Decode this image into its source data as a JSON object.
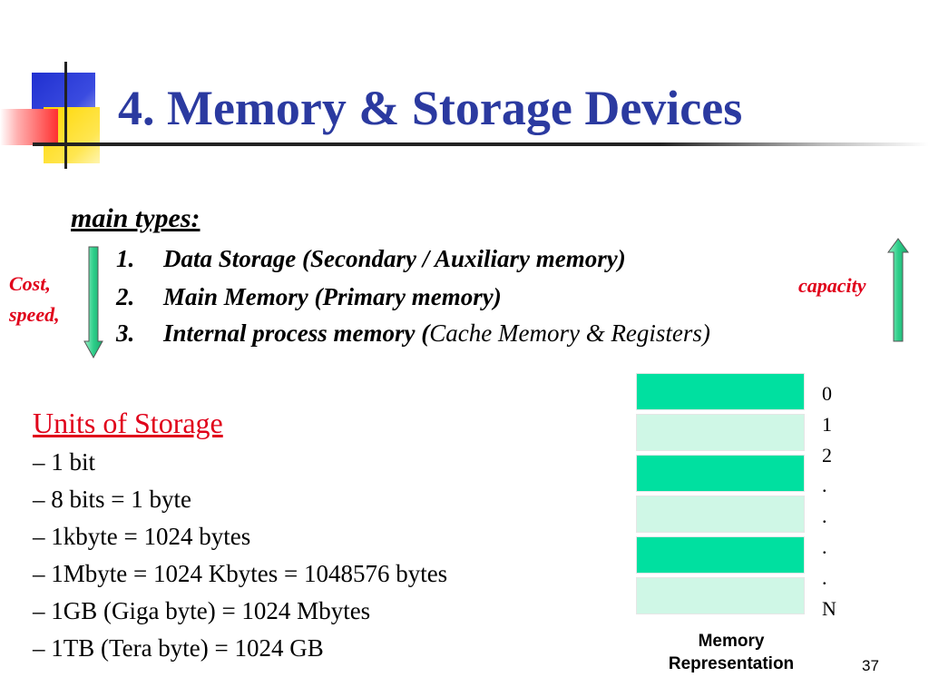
{
  "title": "4. Memory & Storage Devices",
  "main_types": {
    "heading": "main types:",
    "items": [
      {
        "number": "1.",
        "text": "Data Storage (Secondary / Auxiliary memory)",
        "extra": ""
      },
      {
        "number": "2.",
        "text": "Main Memory  (Primary memory)",
        "extra": ""
      },
      {
        "number": "3.",
        "text": "Internal process memory (",
        "extra": "Cache Memory & Registers)"
      }
    ]
  },
  "left_label": {
    "line1": "Cost,",
    "line2": "speed,"
  },
  "right_label": "capacity",
  "units": {
    "heading": "Units of Storage",
    "lines": [
      "– 1 bit",
      "– 8 bits = 1 byte",
      "– 1kbyte = 1024 bytes",
      "– 1Mbyte = 1024 Kbytes  = 1048576 bytes",
      "– 1GB (Giga byte) = 1024 Mbytes",
      "– 1TB (Tera byte) = 1024 GB"
    ]
  },
  "memory": {
    "indices": [
      "0",
      "1",
      "2",
      ".",
      ".",
      ".",
      ".",
      "N"
    ],
    "caption_line1": "Memory",
    "caption_line2": "Representation"
  },
  "colors": {
    "title": "#2b3aa0",
    "accent_red": "#e0001a",
    "cell_dark": "#00e0a0",
    "cell_light": "#cff7e6",
    "arrow": "#2ecf8a"
  },
  "page_number": "37"
}
